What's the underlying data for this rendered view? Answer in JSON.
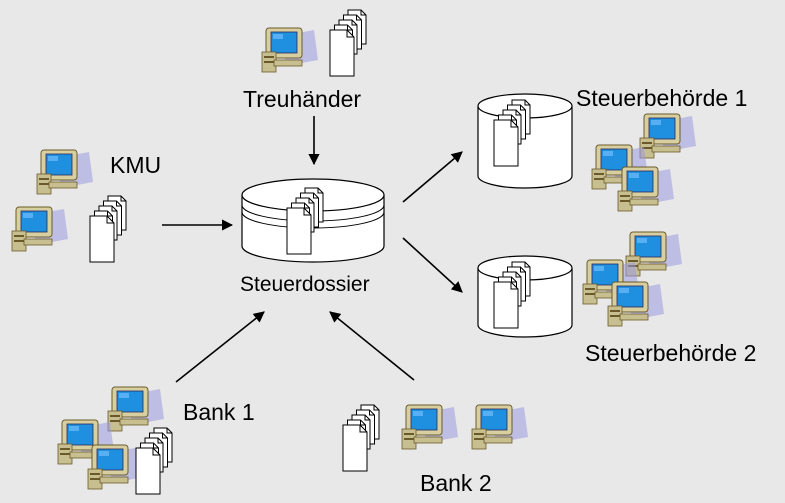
{
  "labels": {
    "center": "Steuerdossier",
    "treuhaender": "Treuhänder",
    "kmu": "KMU",
    "bank1": "Bank 1",
    "bank2": "Bank 2",
    "authority1": "Steuerbehörde 1",
    "authority2": "Steuerbehörde 2"
  },
  "colors": {
    "background": "#e8e8e8",
    "screen": "#1f8fe0",
    "monitor_shadow": "#9a9ae0",
    "case_beige": "#d8cfa0",
    "case_dark": "#6a5a2a",
    "document": "#ffffff",
    "arrow": "#000000"
  },
  "icons": {
    "computer": "computer-icon",
    "documents": "document-stack-icon",
    "database": "database-cylinder-icon"
  }
}
